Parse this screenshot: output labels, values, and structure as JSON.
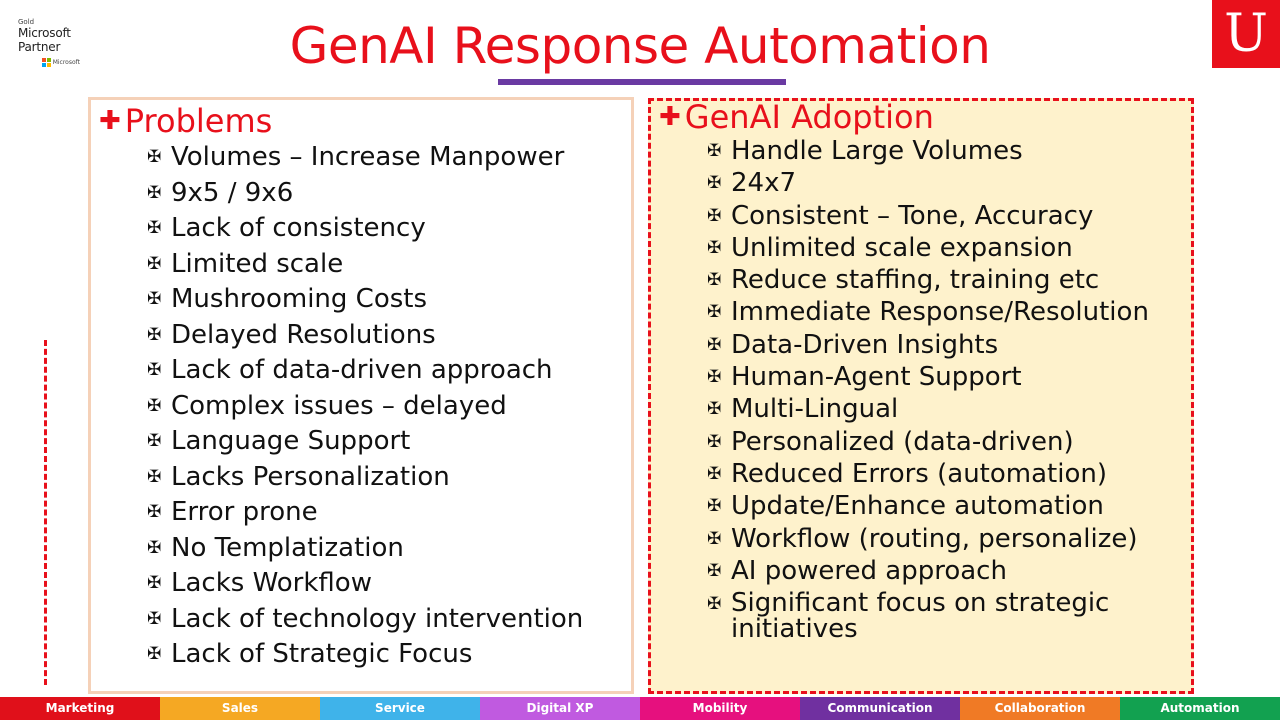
{
  "logo": {
    "gold": "Gold",
    "line1": "Microsoft",
    "line2": "Partner",
    "mini": "Microsoft",
    "squares": [
      "#f25022",
      "#7fba00",
      "#00a4ef",
      "#ffb900"
    ]
  },
  "u_logo": "U",
  "title": "GenAI Response Automation",
  "colors": {
    "accent": "#e8101b",
    "underline": "#6a3aa2",
    "right_bg": "#fef2cc",
    "left_border": "#f5d1b8"
  },
  "bullet_glyph": "✠",
  "plus_glyph": "✚",
  "problems": {
    "heading": "Problems",
    "items": [
      "Volumes – Increase Manpower",
      "9x5 / 9x6",
      "Lack of consistency",
      "Limited scale",
      "Mushrooming Costs",
      "Delayed Resolutions",
      "Lack of data-driven approach",
      "Complex issues – delayed",
      "Language Support",
      "Lacks Personalization",
      "Error prone",
      "No Templatization",
      "Lacks Workflow",
      "Lack of technology intervention",
      "Lack of Strategic Focus"
    ]
  },
  "adoption": {
    "heading": "GenAI Adoption",
    "items": [
      "Handle Large Volumes",
      "24x7",
      "Consistent – Tone, Accuracy",
      "Unlimited scale expansion",
      "Reduce staffing, training etc",
      "Immediate Response/Resolution",
      "Data-Driven Insights",
      "Human-Agent Support",
      "Multi-Lingual",
      "Personalized (data-driven)",
      "Reduced Errors (automation)",
      "Update/Enhance automation",
      "Workflow (routing, personalize)",
      "AI powered approach",
      "Significant focus on strategic initiatives"
    ]
  },
  "footer": [
    {
      "label": "Marketing",
      "color": "#e0101a"
    },
    {
      "label": "Sales",
      "color": "#f5a823"
    },
    {
      "label": "Service",
      "color": "#3fb3ea"
    },
    {
      "label": "Digital XP",
      "color": "#c05ae0"
    },
    {
      "label": "Mobility",
      "color": "#e6107e"
    },
    {
      "label": "Communication",
      "color": "#7030a0"
    },
    {
      "label": "Collaboration",
      "color": "#f07a25"
    },
    {
      "label": "Automation",
      "color": "#12a150"
    }
  ]
}
